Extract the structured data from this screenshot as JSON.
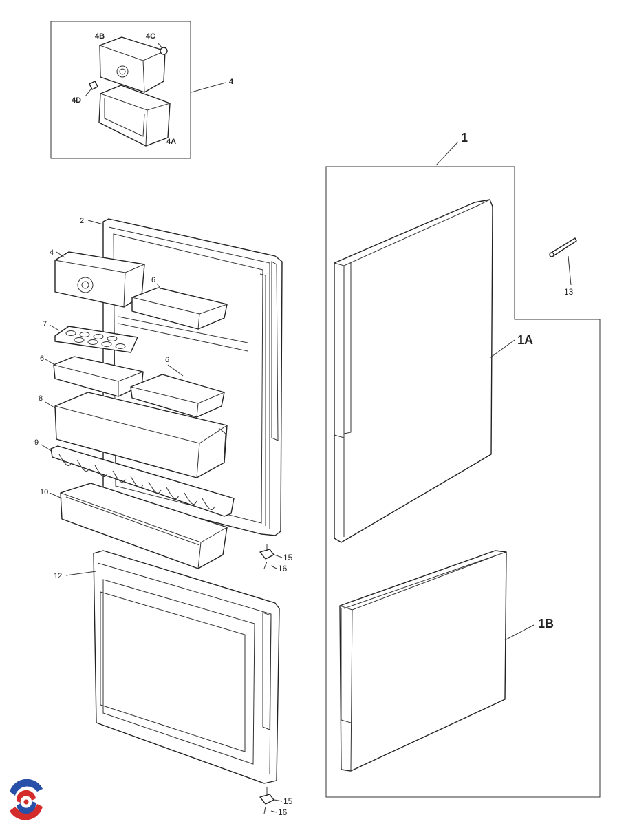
{
  "inset": {
    "callout": "4",
    "parts": [
      "4A",
      "4B",
      "4C",
      "4D"
    ]
  },
  "labels": {
    "door_set": "1",
    "freezer_door_assy": "1A",
    "fridge_door_assy": "1B",
    "freezer_inner_door": "2",
    "dairy_compartment": "4",
    "egg_tray": "7",
    "bottle_shelf": "8",
    "door_guard": "9",
    "bottle_bin": "10",
    "fridge_inner_door": "12",
    "screw": "13",
    "hinge_pin_upper": "15",
    "hinge_screw_upper": "16",
    "hinge_pin_lower": "15",
    "hinge_screw_lower": "16",
    "shelf_small": [
      "6",
      "6",
      "6"
    ]
  },
  "brand": {
    "logo_icon": "swirl-logo-icon",
    "colors": {
      "red": "#d42b2b",
      "blue": "#2850a8",
      "white": "#ffffff"
    }
  }
}
